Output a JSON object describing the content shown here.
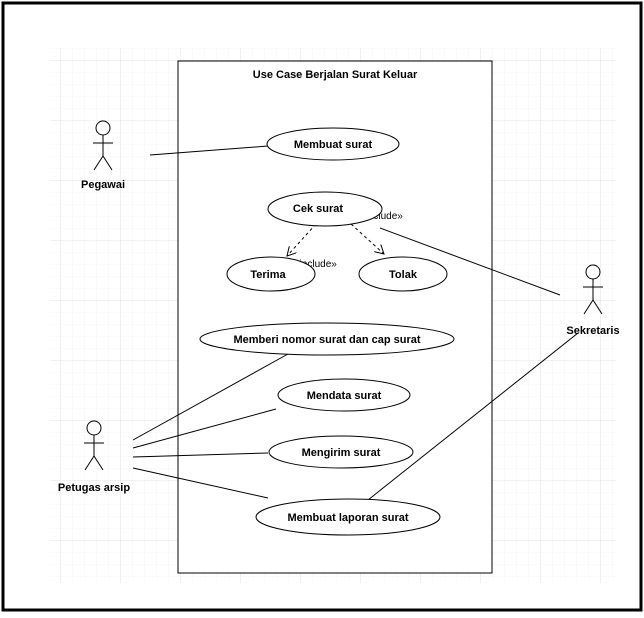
{
  "diagram": {
    "system_title": "Use Case Berjalan Surat Keluar",
    "actors": {
      "pegawai": "Pegawai",
      "sekretaris": "Sekretaris",
      "petugas_arsip": "Petugas arsip"
    },
    "use_cases": {
      "membuat_surat": "Membuat surat",
      "cek_surat": "Cek surat",
      "terima": "Terima",
      "tolak": "Tolak",
      "memberi_nomor": "Memberi nomor surat dan cap surat",
      "mendata_surat": "Mendata surat",
      "mengirim_surat": "Mengirim surat",
      "membuat_laporan": "Membuat laporan surat"
    },
    "stereotypes": {
      "include_cek": "«include»",
      "include_terima": "«include»"
    }
  },
  "colors": {
    "border": "#000000",
    "grid": "#e6e6e6",
    "background": "#ffffff"
  }
}
